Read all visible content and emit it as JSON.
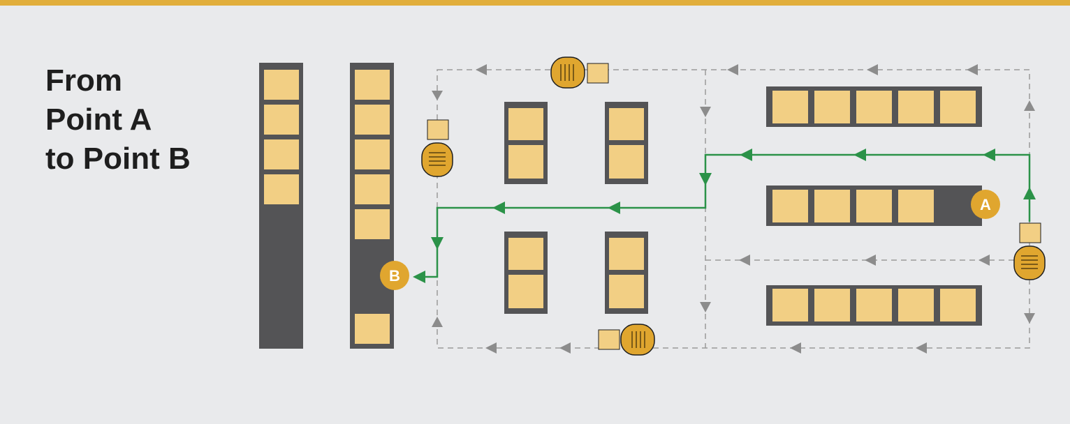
{
  "title": {
    "lines": [
      "From",
      "Point A",
      "to Point B"
    ]
  },
  "markers": {
    "start": "A",
    "end": "B"
  },
  "colors": {
    "accent_bar": "#e1ae3c",
    "background": "#e9eaec",
    "rack": "#545456",
    "pallet": "#f2cf84",
    "route": "#2b9248",
    "aisle_dashed": "#9a9a9a",
    "direction_arrow": "#8c8c8c",
    "marker": "#e0a62f",
    "robot": "#e0a62f"
  },
  "icons": {
    "robot": "forklift-robot-icon",
    "marker": "location-marker-icon",
    "arrow": "direction-arrow-icon"
  }
}
